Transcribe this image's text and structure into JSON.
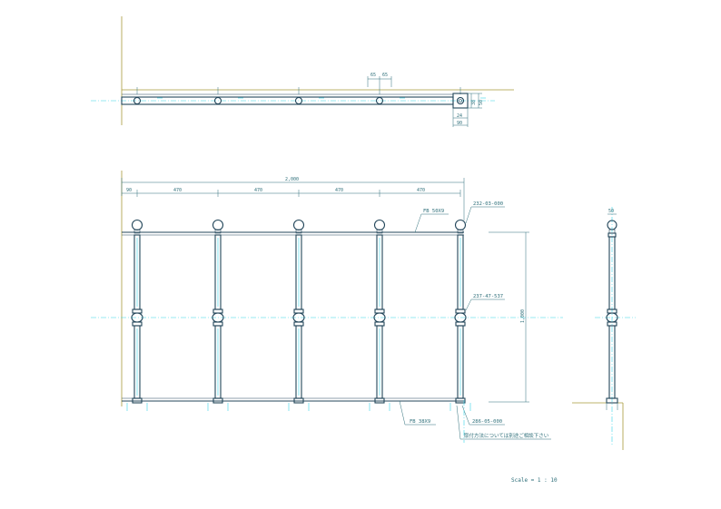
{
  "plan_view": {
    "dim_65_a": "65",
    "dim_65_b": "65",
    "dim_side_1": "38",
    "dim_side_2": "50",
    "dim_bottom_1": "24",
    "dim_bottom_2": "90"
  },
  "front_view": {
    "overall_width": "2,000",
    "spacing": [
      "90",
      "470",
      "470",
      "470",
      "470"
    ],
    "height": "1,000",
    "callout_top_bar": "FB 50X9",
    "callout_post_top": "232-03-000",
    "callout_collar": "237-47-537",
    "callout_bottom_bar": "FB 38X9",
    "callout_post_base": "286-05-000",
    "callout_note": "取付方法については別途ご相談下さい"
  },
  "side_view": {
    "dim_top": "50"
  },
  "footer": {
    "scale": "Scale = 1 : 10"
  },
  "colors": {
    "reference": "#a89a3a",
    "center_line": "#37d6e6",
    "object": "#23465a",
    "dimension": "#2e6f7a"
  }
}
